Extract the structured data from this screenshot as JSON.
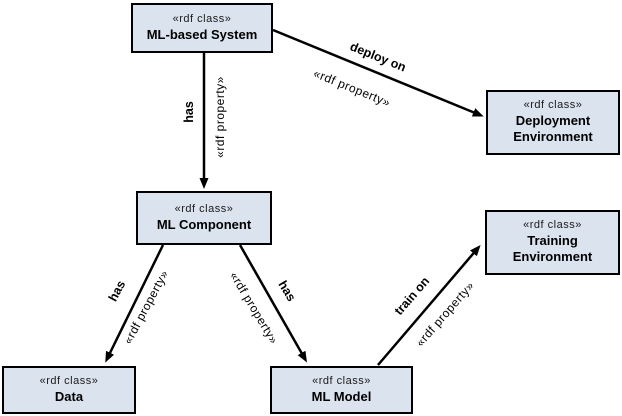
{
  "diagram": {
    "kind": "rdf-ontology-class-diagram",
    "colors": {
      "node_fill": "#dbe3ee",
      "node_border": "#000000",
      "edge": "#000000",
      "background": "#ffffff"
    }
  },
  "nodes": [
    {
      "id": "ml_based_system",
      "stereotype": "«rdf class»",
      "label": "ML-based System"
    },
    {
      "id": "deployment_environment",
      "stereotype": "«rdf class»",
      "label": "Deployment Environment"
    },
    {
      "id": "ml_component",
      "stereotype": "«rdf class»",
      "label": "ML Component"
    },
    {
      "id": "training_environment",
      "stereotype": "«rdf class»",
      "label": "Training Environment"
    },
    {
      "id": "data",
      "stereotype": "«rdf class»",
      "label": "Data"
    },
    {
      "id": "ml_model",
      "stereotype": "«rdf class»",
      "label": "ML Model"
    }
  ],
  "edges": [
    {
      "id": "system-has-component",
      "from": "ml_based_system",
      "to": "ml_component",
      "label": "has",
      "stereotype": "«rdf property»"
    },
    {
      "id": "system-deploy-on-deployment",
      "from": "ml_based_system",
      "to": "deployment_environment",
      "label": "deploy on",
      "stereotype": "«rdf property»"
    },
    {
      "id": "component-has-data",
      "from": "ml_component",
      "to": "data",
      "label": "has",
      "stereotype": "«rdf property»"
    },
    {
      "id": "component-has-model",
      "from": "ml_component",
      "to": "ml_model",
      "label": "has",
      "stereotype": "«rdf property»"
    },
    {
      "id": "model-train-on-training",
      "from": "ml_model",
      "to": "training_environment",
      "label": "train on",
      "stereotype": "«rdf property»"
    }
  ]
}
